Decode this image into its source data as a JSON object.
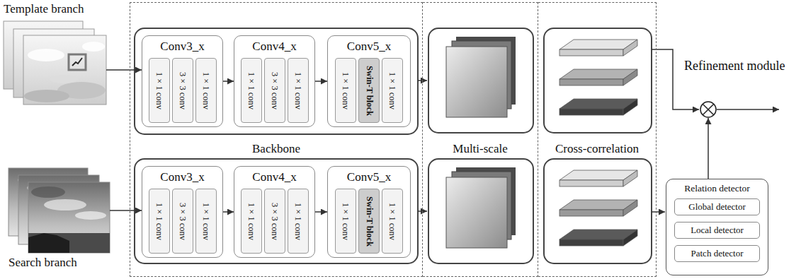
{
  "diagram": {
    "nodes": [
      {
        "text": [
          "Template branch"
        ]
      },
      {
        "text": [
          "Backbone"
        ]
      },
      {
        "text": [
          "Conv3_x"
        ],
        "in": 1
      },
      {
        "text": [
          "1 × 1 conv"
        ],
        "in": 2
      },
      {
        "text": [
          "3 × 3 conv"
        ],
        "in": 2
      },
      {
        "text": [
          "1 × 1 conv"
        ],
        "in": 2
      },
      {
        "text": [
          "Conv4_x"
        ],
        "in": 1
      },
      {
        "text": [
          "1 × 1 conv"
        ],
        "in": 6
      },
      {
        "text": [
          "3 × 3 conv"
        ],
        "in": 6
      },
      {
        "text": [
          "1 × 1 conv"
        ],
        "in": 6
      },
      {
        "text": [
          "Conv5_x"
        ],
        "in": 1
      },
      {
        "text": [
          "1 × 1 conv"
        ],
        "in": 10
      },
      {
        "text": [
          "Swin-T block"
        ],
        "in": 10
      },
      {
        "text": [
          "1 × 1 conv"
        ],
        "in": 10
      },
      {
        "text": [
          "Multi-scale"
        ]
      },
      {
        "text": [
          "Cross-correlation"
        ]
      },
      {
        "text": [
          "Refinement module"
        ]
      },
      {
        "text": [
          "Search branch"
        ]
      },
      {
        "text": [
          "Conv3_x"
        ],
        "in": 1
      },
      {
        "text": [
          "1 × 1 conv"
        ],
        "in": 18
      },
      {
        "text": [
          "3 × 3 conv"
        ],
        "in": 18
      },
      {
        "text": [
          "1 × 1 conv"
        ],
        "in": 18
      },
      {
        "text": [
          "Conv4_x"
        ],
        "in": 1
      },
      {
        "text": [
          "1 × 1 conv"
        ],
        "in": 22
      },
      {
        "text": [
          "3 × 3 conv"
        ],
        "in": 22
      },
      {
        "text": [
          "1 × 1 conv"
        ],
        "in": 22
      },
      {
        "text": [
          "Conv5_x"
        ],
        "in": 1
      },
      {
        "text": [
          "1 × 1 conv"
        ],
        "in": 26
      },
      {
        "text": [
          "Swin-T block"
        ],
        "in": 26
      },
      {
        "text": [
          "1 × 1 conv"
        ],
        "in": 26
      },
      {
        "text": [
          "Relation detector"
        ]
      },
      {
        "text": [
          "Global detector"
        ],
        "in": 30
      },
      {
        "text": [
          "Local detector"
        ],
        "in": 30
      },
      {
        "text": [
          "Patch detector"
        ],
        "in": 30
      }
    ],
    "edges": [
      {
        "from": 0,
        "to": 2,
        "arrow": "to"
      },
      {
        "from": 2,
        "to": 6,
        "arrow": "to"
      },
      {
        "from": 6,
        "to": 10,
        "arrow": "to"
      },
      {
        "from": 17,
        "to": 18,
        "arrow": "to"
      },
      {
        "from": 18,
        "to": 22,
        "arrow": "to"
      },
      {
        "from": 22,
        "to": 26,
        "arrow": "to"
      },
      {
        "from": 30,
        "to": 16,
        "arrow": "to"
      }
    ]
  }
}
